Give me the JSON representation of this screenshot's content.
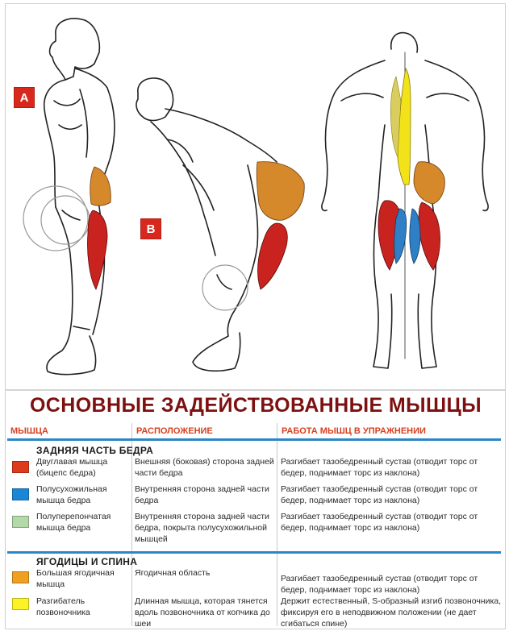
{
  "illustration": {
    "badges": [
      {
        "id": "a",
        "label": "A"
      },
      {
        "id": "b",
        "label": "B"
      }
    ],
    "colors": {
      "biceps_femoris": "#c8231f",
      "semitendinosus": "#2f7fc6",
      "gluteus_maximus": "#d6892a",
      "erector_spinae": "#f2e21a"
    }
  },
  "title": "ОСНОВНЫЕ ЗАДЕЙСТВОВАННЫЕ МЫШЦЫ",
  "table": {
    "headers": [
      "МЫШЦА",
      "РАСПОЛОЖЕНИЕ",
      "РАБОТА МЫШЦ В УПРАЖНЕНИИ"
    ],
    "groups": [
      {
        "name": "ЗАДНЯЯ ЧАСТЬ БЕДРА",
        "rows": [
          {
            "color": "#de3a1c",
            "muscle": "Двуглавая мышца (бицепс бедра)",
            "location": "Внешняя (боковая) сторона задней части бедра",
            "function": "Разгибает тазобедренный сустав (отводит торс от бедер, поднимает торс из наклона)"
          },
          {
            "color": "#1a86d6",
            "muscle": "Полусухожильная мышца бедра",
            "location": "Внутренняя сторона задней части бедра",
            "function": "Разгибает тазобедренный сустав (отводит торс от бедер, поднимает торс из наклона)"
          },
          {
            "color": "#b3d9a8",
            "muscle": "Полуперепончатая мышца бедра",
            "location": "Внутренняя сторона задней части бедра, покрыта полусухожильной мышцей",
            "function": "Разгибает тазобедренный сустав (отводит торс от бедер, поднимает торс из наклона)"
          }
        ]
      },
      {
        "name": "ЯГОДИЦЫ И СПИНА",
        "rows": [
          {
            "color": "#f0a021",
            "muscle": "Большая ягодичная мышца",
            "location": "Ягодичная область",
            "function": "Разгибает тазобедренный сустав (отводит торс от бедер, поднимает торс из наклона)"
          },
          {
            "color": "#fbf323",
            "muscle": "Разгибатель позвоночника",
            "location": "Длинная мышца, которая тянется вдоль позвоночника от копчика до шеи",
            "function": "Держит естественный, S-образный изгиб позвоночника, фиксируя его в неподвижном положении (не дает сгибаться спине)"
          }
        ]
      }
    ]
  }
}
